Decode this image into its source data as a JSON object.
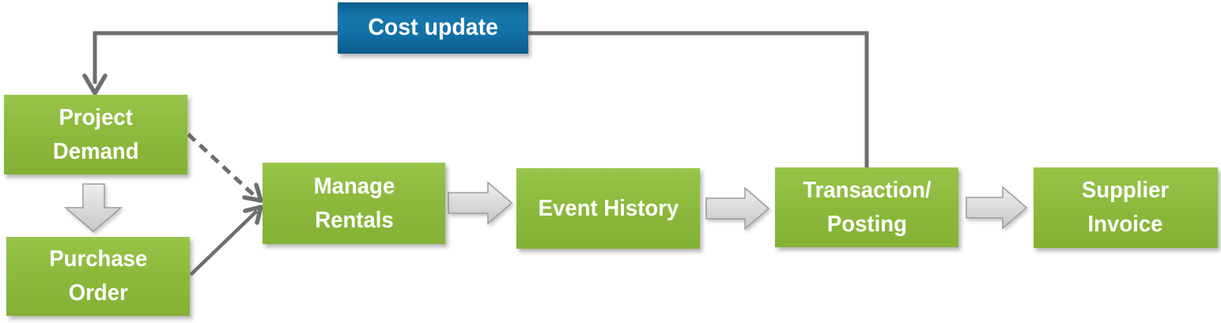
{
  "diagram": {
    "type": "flowchart",
    "background": "#ffffff",
    "nodes": {
      "cost_update": {
        "label": "Cost update",
        "shape": "banner",
        "fill": "#1271a7",
        "text_color": "#ffffff"
      },
      "project_demand": {
        "label": "Project\nDemand",
        "shape": "process",
        "fill": "#8dba3d",
        "text_color": "#ffffff"
      },
      "purchase_order": {
        "label": "Purchase\nOrder",
        "shape": "process",
        "fill": "#8dba3d",
        "text_color": "#ffffff"
      },
      "manage_rentals": {
        "label": "Manage\nRentals",
        "shape": "process",
        "fill": "#8dba3d",
        "text_color": "#ffffff"
      },
      "event_history": {
        "label": "Event History",
        "shape": "process",
        "fill": "#8dba3d",
        "text_color": "#ffffff"
      },
      "transaction_posting": {
        "label": "Transaction/\nPosting",
        "shape": "process",
        "fill": "#8dba3d",
        "text_color": "#ffffff"
      },
      "supplier_invoice": {
        "label": "Supplier\nInvoice",
        "shape": "process",
        "fill": "#8dba3d",
        "text_color": "#ffffff"
      }
    },
    "edges": [
      {
        "from": "transaction_posting",
        "to": "project_demand",
        "via": "cost_update",
        "style": "elbow-arrow",
        "description": "cost update feedback loop"
      },
      {
        "from": "project_demand",
        "to": "purchase_order",
        "style": "block-arrow"
      },
      {
        "from": "project_demand",
        "to": "manage_rentals",
        "style": "dashed-arrow"
      },
      {
        "from": "purchase_order",
        "to": "manage_rentals",
        "style": "solid-arrow"
      },
      {
        "from": "manage_rentals",
        "to": "event_history",
        "style": "block-arrow"
      },
      {
        "from": "event_history",
        "to": "transaction_posting",
        "style": "block-arrow"
      },
      {
        "from": "transaction_posting",
        "to": "supplier_invoice",
        "style": "block-arrow"
      }
    ],
    "colors": {
      "node_green": "#8dba3d",
      "banner_blue": "#1271a7",
      "connector_gray": "#6d6e71",
      "block_arrow_fill_top": "#eeeeee",
      "block_arrow_fill_bottom": "#c5c7c9",
      "block_arrow_border": "#9b9da0",
      "label_text": "#ffffff"
    }
  }
}
